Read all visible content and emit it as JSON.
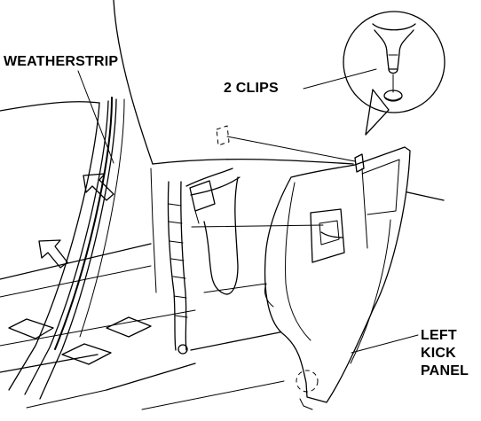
{
  "figure": {
    "labels": {
      "weatherstrip": "WEATHERSTRIP",
      "clips": "2 CLIPS",
      "panel_line1": "LEFT",
      "panel_line2": "KICK",
      "panel_line3": "PANEL"
    },
    "callout_shape": "magnified-circle",
    "arrow_icon": "hollow-arrow-up-left"
  }
}
